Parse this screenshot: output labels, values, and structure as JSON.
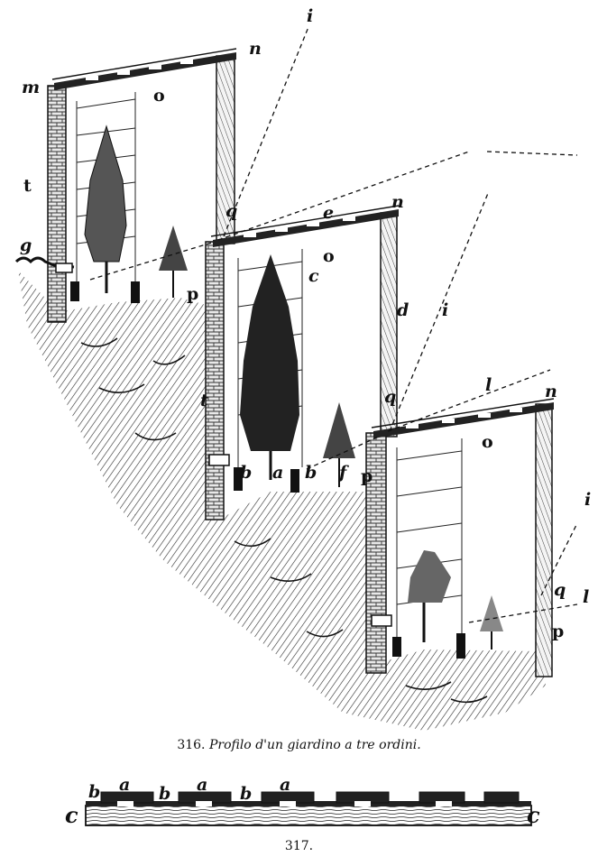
{
  "figure316": {
    "number": "316.",
    "title": "Profilo d'un giardino a tre ordini.",
    "labels": {
      "m": "m",
      "n1": "n",
      "n2": "n",
      "n3": "n",
      "i1": "i",
      "i2": "i",
      "i3": "i",
      "o1": "o",
      "o2": "o",
      "o3": "o",
      "t1": "t",
      "t2": "t",
      "g": "g",
      "q1": "q",
      "q2": "q",
      "q3": "q",
      "p1": "p",
      "p2": "p",
      "p3": "p",
      "e": "e",
      "c": "c",
      "d": "d",
      "l1": "l",
      "l2": "l",
      "f": "f",
      "a": "a",
      "b1": "b",
      "b2": "b"
    }
  },
  "figure317": {
    "number": "317.",
    "labels": {
      "b1": "b",
      "b2": "b",
      "b3": "b",
      "a1": "a",
      "a2": "a",
      "a3": "a",
      "c1": "c",
      "c2": "c"
    }
  }
}
